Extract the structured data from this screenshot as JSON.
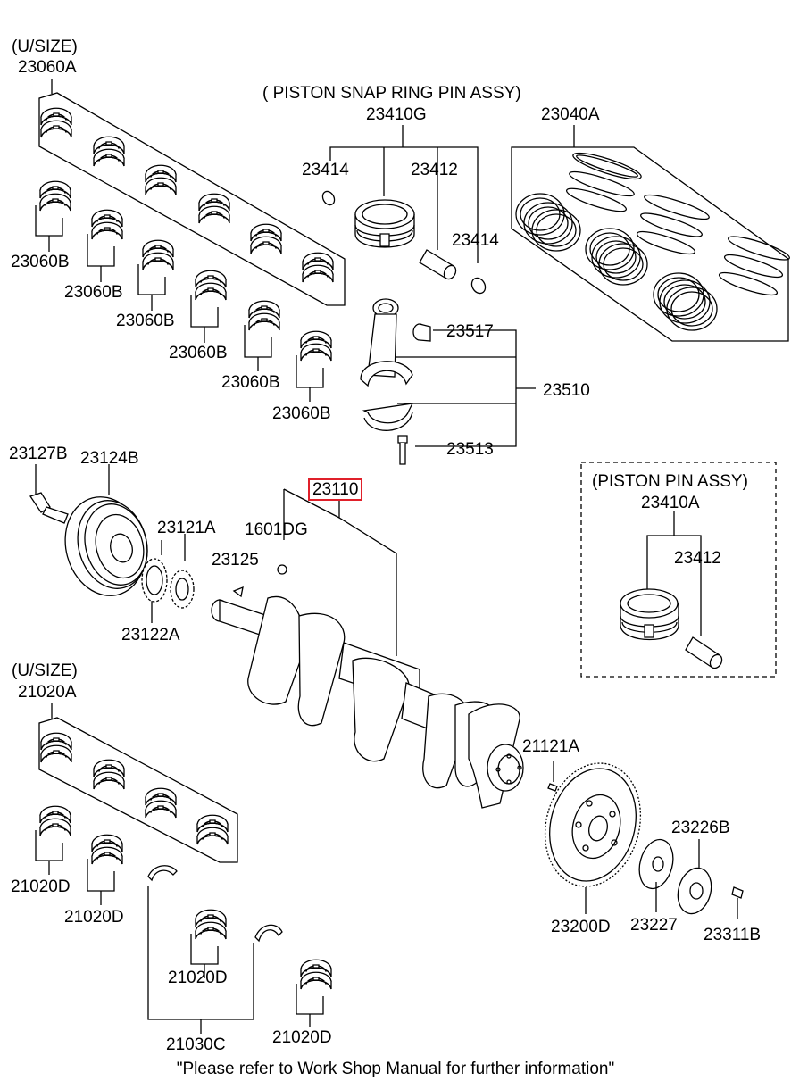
{
  "labels": {
    "usize_top": "(U/SIZE)",
    "p23060A": "23060A",
    "p23060B_1": "23060B",
    "p23060B_2": "23060B",
    "p23060B_3": "23060B",
    "p23060B_4": "23060B",
    "p23060B_5": "23060B",
    "p23060B_6": "23060B",
    "piston_snap_title": "( PISTON  SNAP RING  PIN ASSY)",
    "p23410G": "23410G",
    "p23414_a": "23414",
    "p23412_a": "23412",
    "p23414_b": "23414",
    "p23040A": "23040A",
    "p23517": "23517",
    "p23510": "23510",
    "p23513": "23513",
    "p23127B": "23127B",
    "p23124B": "23124B",
    "p23110": "23110",
    "p1601DG": "1601DG",
    "p23121A": "23121A",
    "p23125": "23125",
    "p23122A": "23122A",
    "piston_pin_title": "(PISTON  PIN ASSY)",
    "p23410A": "23410A",
    "p23412_b": "23412",
    "usize_bottom": "(U/SIZE)",
    "p21020A": "21020A",
    "p21020D_1": "21020D",
    "p21020D_2": "21020D",
    "p21020D_3": "21020D",
    "p21020D_4": "21020D",
    "p21030C": "21030C",
    "p21121A": "21121A",
    "p23226B": "23226B",
    "p23200D": "23200D",
    "p23227": "23227",
    "p23311B": "23311B"
  },
  "highlight_color": "#e0202a",
  "footer": "\"Please refer to Work Shop Manual for further information\""
}
